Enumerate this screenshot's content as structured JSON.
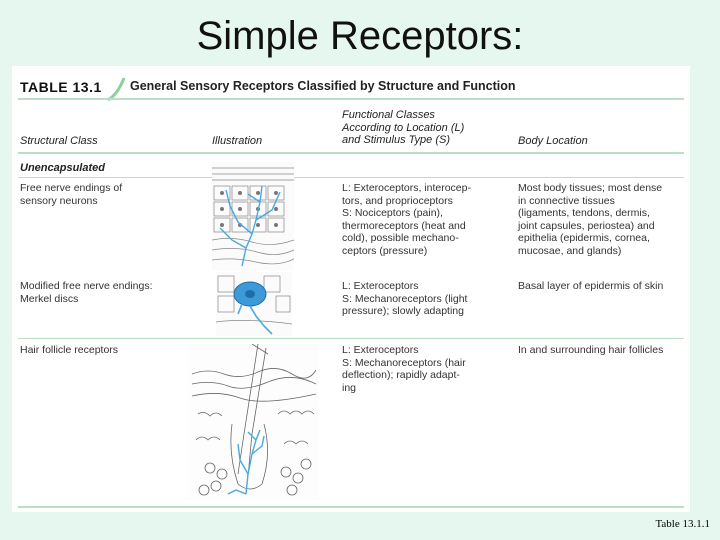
{
  "slide": {
    "title": "Simple Receptors:",
    "caption": "Table 13.1.1"
  },
  "table": {
    "number": "TABLE 13.1",
    "heading": "General Sensory Receptors Classified by Structure and Function",
    "columns": {
      "structural": "Structural Class",
      "illustration": "Illustration",
      "functional": [
        "Functional Classes",
        "According to Location (L)",
        "and Stimulus Type (S)"
      ],
      "location": "Body Location"
    },
    "section": "Unencapsulated",
    "rows": [
      {
        "structural": [
          "Free nerve endings of",
          "sensory neurons"
        ],
        "functional": [
          "L: Exteroceptors, interocep-",
          "tors, and proprioceptors",
          "S: Nociceptors (pain),",
          "thermoreceptors (heat and",
          "cold), possible mechano-",
          "ceptors (pressure)"
        ],
        "location": [
          "Most body tissues; most dense",
          "in connective tissues",
          "(ligaments, tendons, dermis,",
          "joint capsules, periostea) and",
          "epithelia (epidermis, cornea,",
          "mucosae, and glands)"
        ]
      },
      {
        "structural": [
          "Modified free nerve endings:",
          "Merkel discs"
        ],
        "functional": [
          "L: Exteroceptors",
          "S: Mechanoreceptors (light",
          "pressure); slowly adapting"
        ],
        "location": [
          "Basal layer of epidermis of skin"
        ]
      },
      {
        "structural": [
          "Hair follicle receptors"
        ],
        "functional": [
          "L: Exteroceptors",
          "S: Mechanoreceptors (hair",
          "deflection); rapidly adapt-",
          "ing"
        ],
        "location": [
          "In and surrounding hair follicles"
        ]
      }
    ]
  },
  "colors": {
    "background": "#e6f7ef",
    "rule": "#b9dfc4",
    "nerve": "#4aa8e0",
    "cell_fill": "#3d9ad6"
  }
}
